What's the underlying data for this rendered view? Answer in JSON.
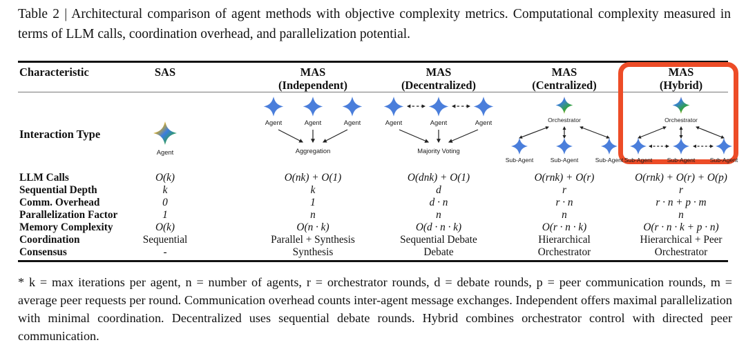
{
  "caption": {
    "label": "Table 2 |",
    "text": " Architectural comparison of agent methods with objective complexity metrics. Computational complexity measured in terms of LLM calls, coordination overhead, and parallelization potential."
  },
  "colors": {
    "highlight": "#ED4C27",
    "agent_blue": "#4A7EDB",
    "rule": "#111111",
    "gemini_red": "#E8553A",
    "gemini_yellow": "#F2B300",
    "gemini_blue": "#3B7DE0",
    "gemini_green": "#2FA14A"
  },
  "table": {
    "columns": [
      {
        "id": "characteristic",
        "line1": "Characteristic",
        "line2": "",
        "highlighted": false
      },
      {
        "id": "sas",
        "line1": "SAS",
        "line2": "",
        "highlighted": false
      },
      {
        "id": "mas_independent",
        "line1": "MAS",
        "line2": "(Independent)",
        "highlighted": false
      },
      {
        "id": "mas_decentralized",
        "line1": "MAS",
        "line2": "(Decentralized)",
        "highlighted": false
      },
      {
        "id": "mas_centralized",
        "line1": "MAS",
        "line2": "(Centralized)",
        "highlighted": false
      },
      {
        "id": "mas_hybrid",
        "line1": "MAS",
        "line2": "(Hybrid)",
        "highlighted": true
      }
    ],
    "interaction_row_label": "Interaction Type",
    "diagrams": {
      "sas": {
        "node_labels": [
          "Agent"
        ],
        "star_type": "multicolor",
        "edges": []
      },
      "mas_independent": {
        "node_labels": [
          "Agent",
          "Agent",
          "Agent"
        ],
        "sink_label": "Aggregation",
        "star_type": "blue",
        "edges": "three solid arrows converging to Aggregation"
      },
      "mas_decentralized": {
        "node_labels": [
          "Agent",
          "Agent",
          "Agent"
        ],
        "sink_label": "Majority Voting",
        "star_type": "blue",
        "edges": "bidirectional dashed peer links plus three solid arrows to Majority Voting"
      },
      "mas_centralized": {
        "top_label": "Orchestrator",
        "node_labels": [
          "Sub-Agent",
          "Sub-Agent",
          "Sub-Agent"
        ],
        "star_type": "blue",
        "top_star_type": "multicolor",
        "edges": "three bidirectional arrows between orchestrator and sub-agents"
      },
      "mas_hybrid": {
        "top_label": "Orchestrator",
        "node_labels": [
          "Sub-Agent",
          "Sub-Agent",
          "Sub-Agent"
        ],
        "star_type": "blue",
        "top_star_type": "multicolor",
        "edges": "three bidirectional arrows to orchestrator plus dashed bidirectional peer links"
      }
    },
    "rows": [
      {
        "label": "LLM Calls",
        "values": [
          "O(k)",
          "O(nk) + O(1)",
          "O(dnk) + O(1)",
          "O(rnk) + O(r)",
          "O(rnk) + O(r) + O(p)"
        ],
        "italic": true
      },
      {
        "label": "Sequential Depth",
        "values": [
          "k",
          "k",
          "d",
          "r",
          "r"
        ],
        "italic": true
      },
      {
        "label": "Comm. Overhead",
        "values": [
          "0",
          "1",
          "d · n",
          "r · n",
          "r · n + p · m"
        ],
        "italic": true
      },
      {
        "label": "Parallelization Factor",
        "values": [
          "1",
          "n",
          "n",
          "n",
          "n"
        ],
        "italic": true
      },
      {
        "label": "Memory Complexity",
        "values": [
          "O(k)",
          "O(n · k)",
          "O(d · n · k)",
          "O(r · n · k)",
          "O(r · n · k + p · n)"
        ],
        "italic": true
      },
      {
        "label": "Coordination",
        "values": [
          "Sequential",
          "Parallel + Synthesis",
          "Sequential Debate",
          "Hierarchical",
          "Hierarchical + Peer"
        ],
        "italic": false
      },
      {
        "label": "Consensus",
        "values": [
          "-",
          "Synthesis",
          "Debate",
          "Orchestrator",
          "Orchestrator"
        ],
        "italic": false
      }
    ]
  },
  "footnote": {
    "text": "* k = max iterations per agent, n = number of agents, r = orchestrator rounds, d = debate rounds, p = peer communication rounds, m = average peer requests per round. Communication overhead counts inter-agent message exchanges. Independent offers maximal parallelization with minimal coordination. Decentralized uses sequential debate rounds. Hybrid combines orchestrator control with directed peer communication."
  }
}
